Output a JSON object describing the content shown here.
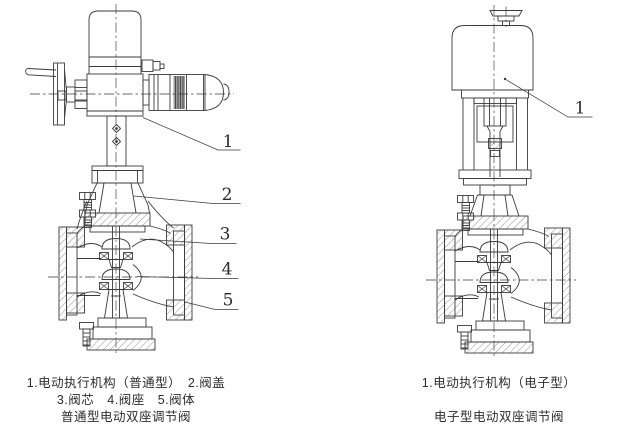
{
  "page": {
    "background": "#fefefe",
    "line_color": "#3b3b3b",
    "text_color": "#2e2e2e"
  },
  "left_diagram": {
    "name": "普通型电动双座调节阀",
    "callouts": [
      "1",
      "2",
      "3",
      "4",
      "5"
    ],
    "caption_lines": [
      "1.电动执行机构（普通型）　2.阀盖",
      "3.阀芯　4.阀座　5.阀体",
      "普通型电动双座调节阀"
    ]
  },
  "right_diagram": {
    "name": "电子型电动双座调节阀",
    "callouts": [
      "1"
    ],
    "caption_lines": [
      "1.电动执行机构（电子型）",
      "电子型电动双座调节阀"
    ]
  }
}
